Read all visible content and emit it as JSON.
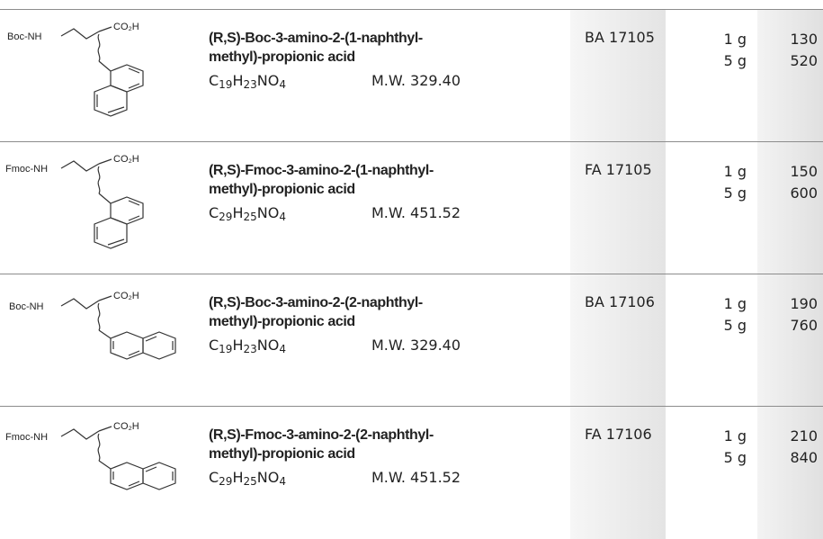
{
  "products": [
    {
      "protecting_group": "Boc-NH",
      "acid_label": "CO₂H",
      "name_line1": "(R,S)-Boc-3-amino-2-(1-naphthyl-",
      "name_line2": "methyl)-propionic acid",
      "formula": {
        "c": "C",
        "c_n": "19",
        "h": "H",
        "h_n": "23",
        "rest": "NO",
        "o_n": "4"
      },
      "mw": "M.W. 329.40",
      "code": "BA 17105",
      "sizes": [
        "1 g",
        "5 g"
      ],
      "prices": [
        "130",
        "520"
      ]
    },
    {
      "protecting_group": "Fmoc-NH",
      "acid_label": "CO₂H",
      "name_line1": "(R,S)-Fmoc-3-amino-2-(1-naphthyl-",
      "name_line2": "methyl)-propionic acid",
      "formula": {
        "c": "C",
        "c_n": "29",
        "h": "H",
        "h_n": "25",
        "rest": "NO",
        "o_n": "4"
      },
      "mw": "M.W. 451.52",
      "code": "FA 17105",
      "sizes": [
        "1 g",
        "5 g"
      ],
      "prices": [
        "150",
        "600"
      ]
    },
    {
      "protecting_group": "Boc-NH",
      "acid_label": "CO₂H",
      "name_line1": "(R,S)-Boc-3-amino-2-(2-naphthyl-",
      "name_line2": "methyl)-propionic acid",
      "formula": {
        "c": "C",
        "c_n": "19",
        "h": "H",
        "h_n": "23",
        "rest": "NO",
        "o_n": "4"
      },
      "mw": "M.W. 329.40",
      "code": "BA 17106",
      "sizes": [
        "1 g",
        "5 g"
      ],
      "prices": [
        "190",
        "760"
      ]
    },
    {
      "protecting_group": "Fmoc-NH",
      "acid_label": "CO₂H",
      "name_line1": "(R,S)-Fmoc-3-amino-2-(2-naphthyl-",
      "name_line2": "methyl)-propionic acid",
      "formula": {
        "c": "C",
        "c_n": "29",
        "h": "H",
        "h_n": "25",
        "rest": "NO",
        "o_n": "4"
      },
      "mw": "M.W. 451.52",
      "code": "FA 17106",
      "sizes": [
        "1 g",
        "5 g"
      ],
      "prices": [
        "210",
        "840"
      ]
    }
  ]
}
